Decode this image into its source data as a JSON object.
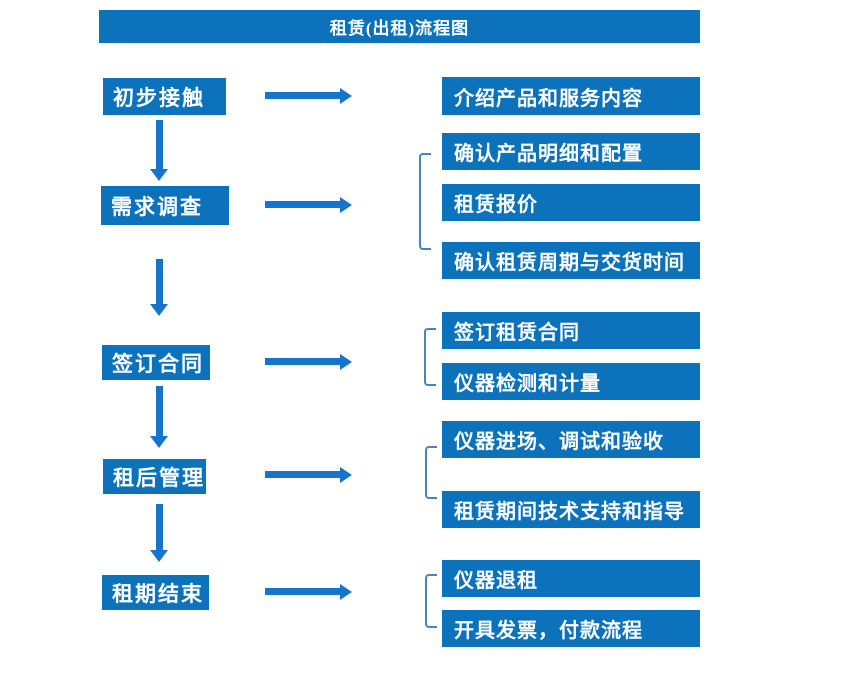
{
  "title": "租赁(出租)流程图",
  "colors": {
    "box_blue": "#0d72bc",
    "arrow_blue": "#1874ca",
    "bracket_blue": "#4a83c4",
    "text": "#ffffff",
    "background": "#ffffff"
  },
  "steps": [
    {
      "label": "初步接触",
      "outputs": [
        "介绍产品和服务内容"
      ]
    },
    {
      "label": "需求调查",
      "outputs": [
        "确认产品明细和配置",
        "租赁报价",
        "确认租赁周期与交货时间"
      ]
    },
    {
      "label": "签订合同",
      "outputs": [
        "签订租赁合同",
        "仪器检测和计量"
      ]
    },
    {
      "label": "租后管理",
      "outputs": [
        "仪器进场、调试和验收",
        "租赁期间技术支持和指导"
      ]
    },
    {
      "label": "租期结束",
      "outputs": [
        "仪器退租",
        "开具发票，付款流程"
      ]
    }
  ]
}
